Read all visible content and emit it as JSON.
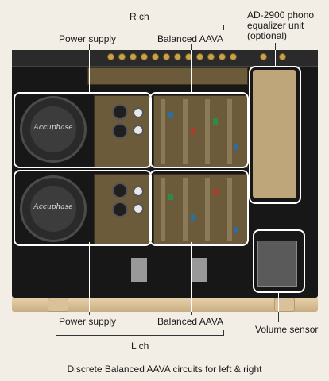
{
  "labels": {
    "r_ch": "R ch",
    "l_ch": "L ch",
    "power_supply_top": "Power supply",
    "balanced_aava_top": "Balanced AAVA",
    "phono_unit": "AD-2900 phono\nequalizer unit\n(optional)",
    "power_supply_bottom": "Power supply",
    "balanced_aava_bottom": "Balanced AAVA",
    "volume_sensor": "Volume sensor",
    "transformer_brand_top": "Accuphase",
    "transformer_brand_bottom": "Accuphase"
  },
  "caption": "Discrete Balanced AAVA circuits for left & right",
  "colors": {
    "background": "#f2eee6",
    "highlight": "#ffffff",
    "chassis": "#171717",
    "front_panel": "#d4b98e"
  }
}
